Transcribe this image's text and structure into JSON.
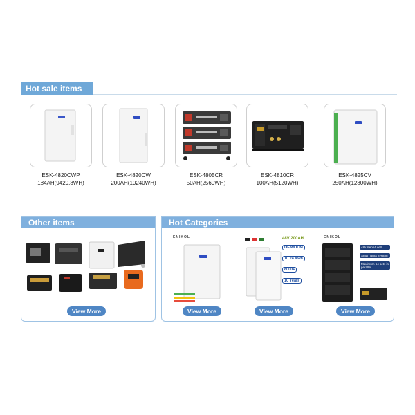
{
  "hot_sale": {
    "title": "Hot sale items",
    "items": [
      {
        "model": "ESK-4820CWP",
        "spec": "184AH(9420.8WH)"
      },
      {
        "model": "ESK-4820CW",
        "spec": "200AH(10240WH)"
      },
      {
        "model": "ESK-4805CR",
        "spec": "50AH(2560WH)"
      },
      {
        "model": "ESK-4810CR",
        "spec": "100AH(5120WH)"
      },
      {
        "model": "ESK-4825CV",
        "spec": "250AH(12800WH)"
      }
    ]
  },
  "other_items": {
    "title": "Other items",
    "button_label": "View More"
  },
  "hot_categories": {
    "title": "Hot Categories",
    "brand": "ENIKOL",
    "cat2_badges": [
      "48V 200AH",
      "OEM/ODM",
      "10.24 Kwh",
      "8000+",
      "10 Years"
    ],
    "cat3_features": [
      "48v lifepo4 cell",
      "Smart BMS system",
      "Maximum 64 sets in parallel"
    ],
    "buttons": [
      "View More",
      "View More",
      "View More"
    ]
  },
  "colors": {
    "header_blue": "#6fa8d8",
    "panel_blue": "#7fb0de",
    "button_blue": "#4f86c4"
  }
}
